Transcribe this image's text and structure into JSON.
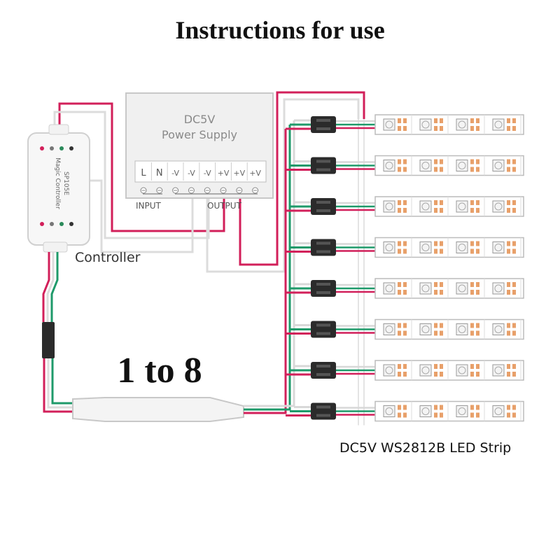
{
  "title": "Instructions for use",
  "power_supply": {
    "title_line1": "DC5V",
    "title_line2": "Power Supply",
    "terminals": [
      "L",
      "N",
      "-V",
      "-V",
      "-V",
      "+V",
      "+V",
      "+V"
    ],
    "input_label": "INPUT",
    "output_label": "OUTPUT"
  },
  "controller": {
    "label": "Controller",
    "model": "SP105E",
    "brand": "Magic Controller"
  },
  "splitter_label": "1 to 8",
  "strip_label": "DC5V WS2812B LED Strip",
  "strip_count": 8,
  "colors": {
    "wire_red": "#d21f5a",
    "wire_green": "#1e9a6a",
    "wire_white": "#d8d8d8",
    "connector": "#2b2b2b",
    "led_pad": "#e8a06a",
    "strip_border": "#bcbcbc"
  }
}
